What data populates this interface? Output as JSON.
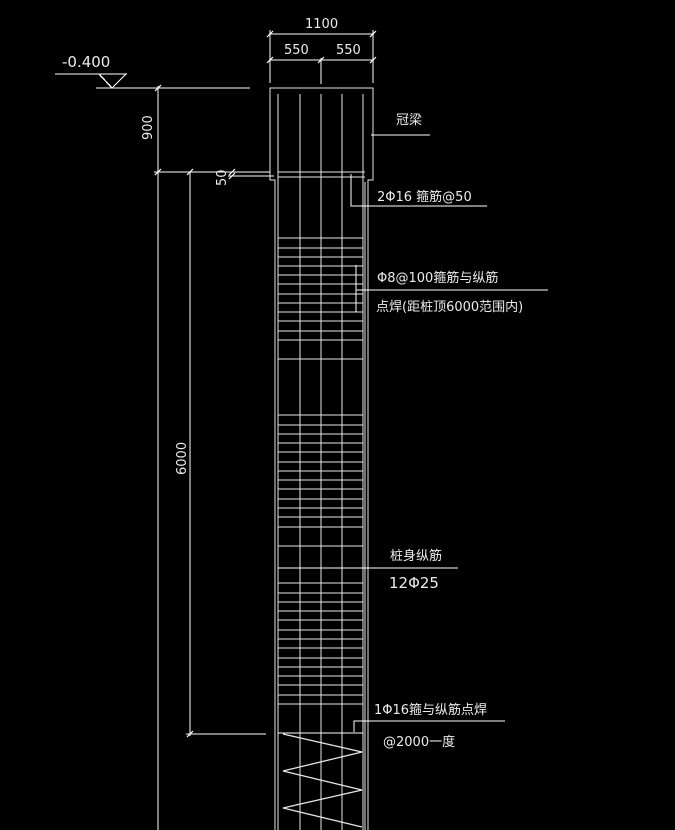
{
  "drawing": {
    "background": "#000000",
    "line_color": "#e6e6e6",
    "elevation": {
      "label": "-0.400"
    },
    "dimensions": {
      "top_total": "1100",
      "top_left": "550",
      "top_right": "550",
      "cap_height": "900",
      "gap": "50",
      "dense_zone": "6000"
    },
    "annotations": {
      "cap_beam": "冠梁",
      "top_stirrup": "2Φ16 箍筋@50",
      "stirrup_line1": "Φ8@100箍筋与纵筋",
      "stirrup_line2": "点焊(距桩顶6000范围内)",
      "longitudinal_title": "桩身纵筋",
      "longitudinal_value": "12Φ25",
      "ring_line1": "1Φ16箍与纵筋点焊",
      "ring_line2": "@2000一度"
    }
  }
}
